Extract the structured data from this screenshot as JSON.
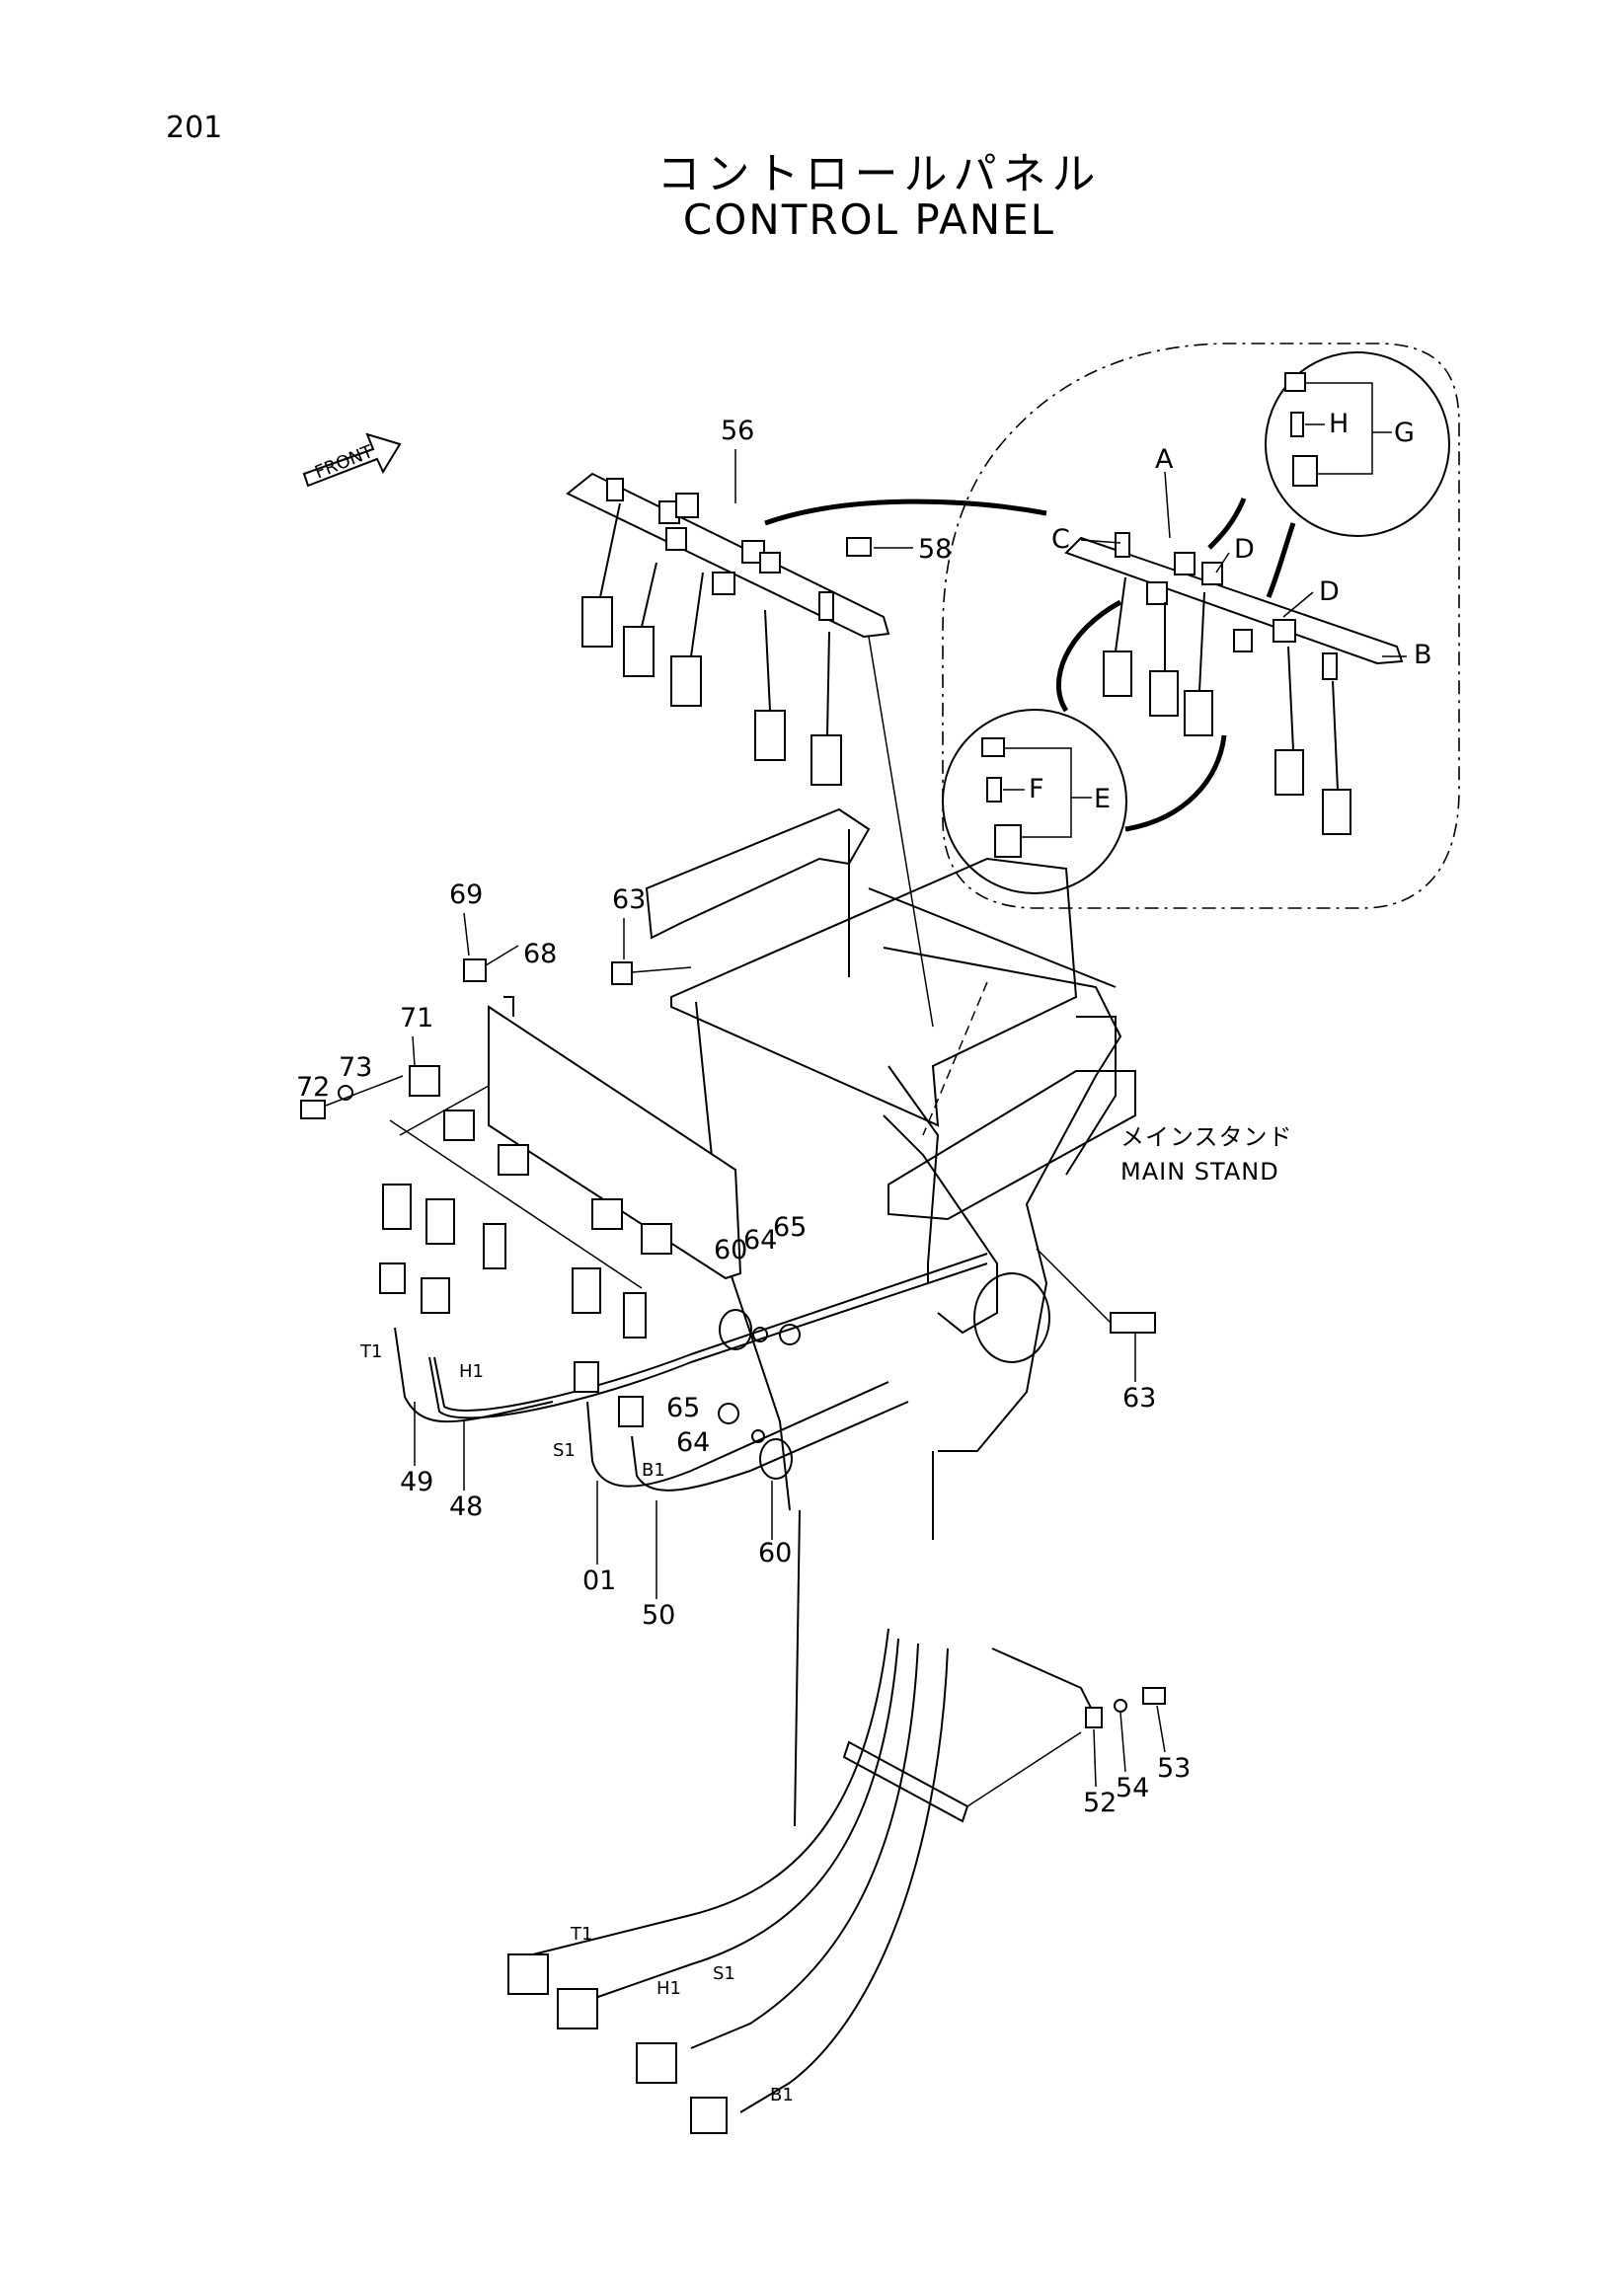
{
  "page_number": "201",
  "title_jp": "コントロールパネル",
  "title_en": "CONTROL PANEL",
  "front_label": "FRONT",
  "main_stand_jp": "メインスタンド",
  "main_stand_en": "MAIN STAND",
  "part_numbers": {
    "p56": "56",
    "p58": "58",
    "p69": "69",
    "p68": "68",
    "p63a": "63",
    "p63b": "63",
    "p71": "71",
    "p72": "72",
    "p73": "73",
    "p60a": "60",
    "p64a": "64",
    "p65a": "65",
    "p65b": "65",
    "p64b": "64",
    "p60b": "60",
    "p49": "49",
    "p48": "48",
    "p01": "01",
    "p50": "50",
    "p52": "52",
    "p54": "54",
    "p53": "53"
  },
  "detail_letters": {
    "A": "A",
    "B": "B",
    "C": "C",
    "D1": "D",
    "D2": "D",
    "E": "E",
    "F": "F",
    "G": "G",
    "H": "H"
  },
  "wire_tags": {
    "T1a": "T1",
    "H1a": "H1",
    "S1a": "S1",
    "B1a": "B1",
    "T1b": "T1",
    "H1b": "H1",
    "S1b": "S1",
    "B1b": "B1"
  }
}
